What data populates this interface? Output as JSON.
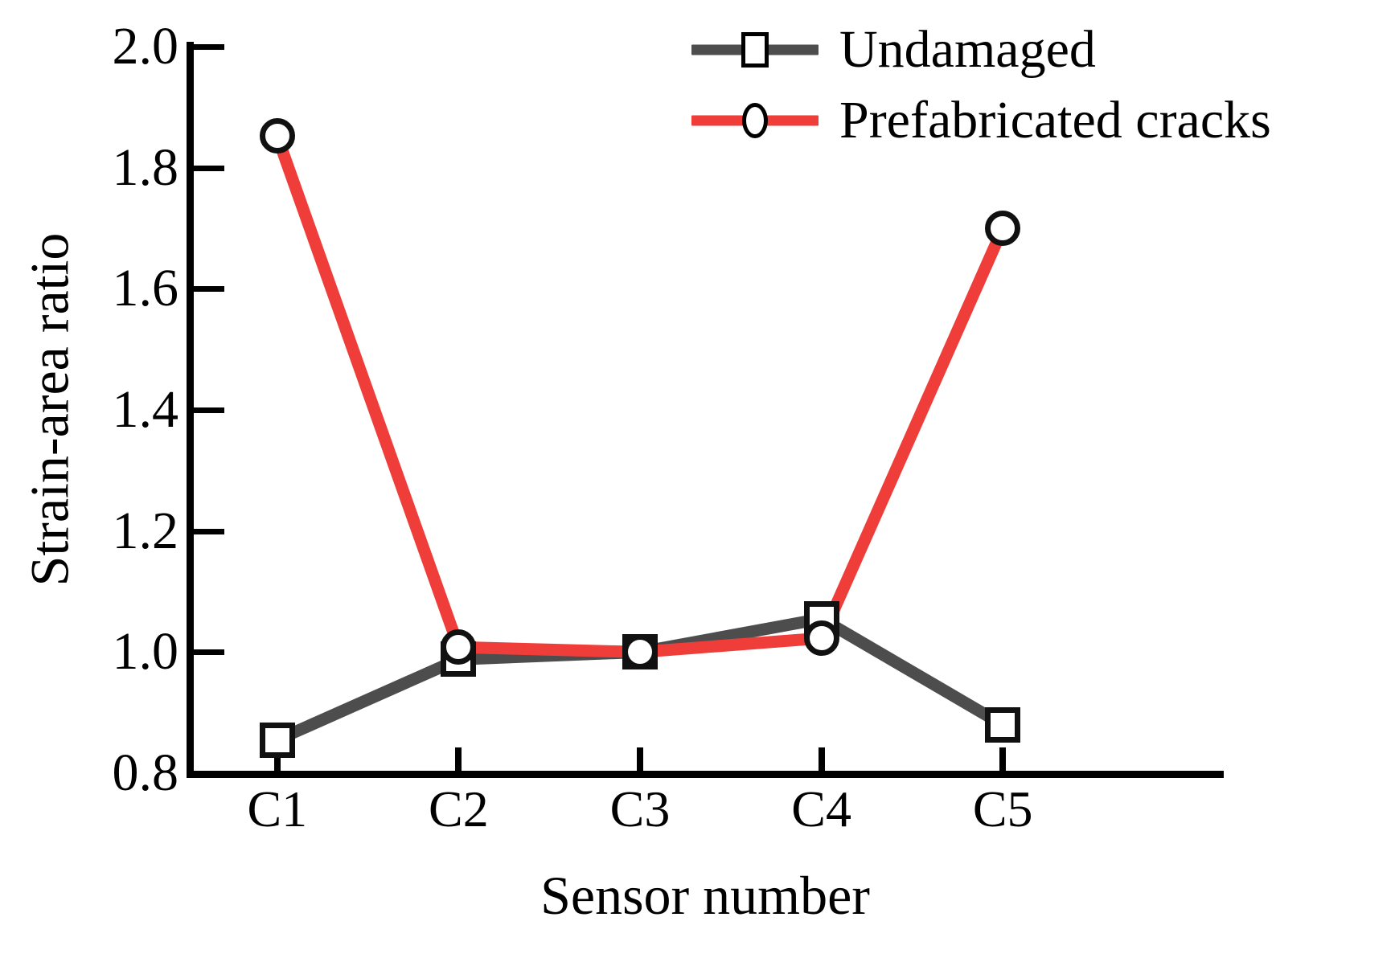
{
  "chart_data": {
    "type": "line",
    "title": "",
    "xlabel": "Sensor number",
    "ylabel": "Strain-area ratio",
    "categories": [
      "C1",
      "C2",
      "C3",
      "C4",
      "C5"
    ],
    "ylim": [
      0.8,
      2.0
    ],
    "yticks": [
      "0.8",
      "1.0",
      "1.2",
      "1.4",
      "1.6",
      "1.8",
      "2.0"
    ],
    "ytick_values": [
      0.8,
      1.0,
      1.2,
      1.4,
      1.6,
      1.8,
      2.0
    ],
    "grid": false,
    "legend_position": "top-right",
    "series": [
      {
        "name": "Undamaged",
        "color": "#4d4d4d",
        "marker": "square",
        "values": [
          0.855,
          0.988,
          1.0,
          1.055,
          0.88
        ]
      },
      {
        "name": "Prefabricated cracks",
        "color": "#ef3e3a",
        "marker": "circle",
        "values": [
          1.852,
          1.008,
          1.0,
          1.023,
          1.7
        ]
      }
    ]
  },
  "legend": {
    "items": [
      {
        "label": "Undamaged",
        "color": "#4d4d4d",
        "marker": "square"
      },
      {
        "label": "Prefabricated cracks",
        "color": "#ef3e3a",
        "marker": "circle"
      }
    ]
  },
  "axes": {
    "x_title": "Sensor number",
    "y_title": "Strain-area ratio"
  }
}
